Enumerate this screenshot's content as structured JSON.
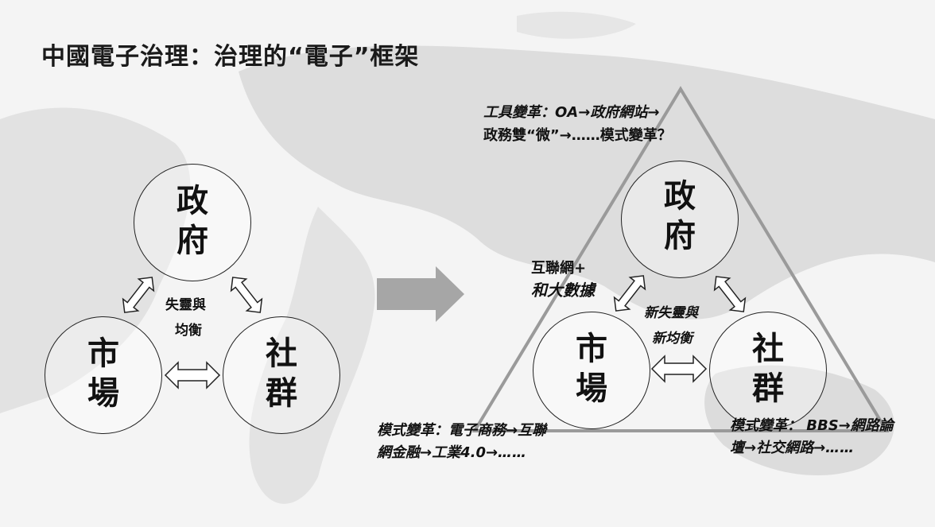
{
  "title": "中國電子治理：治理的“電子”框架",
  "left": {
    "nodes": {
      "government": "政府",
      "market": "市場",
      "community": "社群"
    },
    "center_label_line1": "失靈與",
    "center_label_line2": "均衡"
  },
  "right": {
    "nodes": {
      "government": "政府",
      "market": "市場",
      "community": "社群"
    },
    "center_label_line1": "新失靈與",
    "center_label_line2": "新均衡",
    "internet_label_line1": "互聯網+",
    "internet_label_line2": "和大數據",
    "top_note_line1": "工具變革：OA→政府網站→",
    "top_note_line2": "政務雙“微”→……模式變革？",
    "bottom_left_note_line1": "模式變革：電子商務→互聯",
    "bottom_left_note_line2": "網金融→工業4.0→……",
    "bottom_right_note_line1": "模式變革： BBS→網路論",
    "bottom_right_note_line2": "壇→社交網路→……"
  },
  "colors": {
    "background": "#f3f3f3",
    "map_land": "#d9d9d9",
    "triangle": "#9a9a9a",
    "transition_arrow": "#a6a6a6",
    "text": "#111111"
  }
}
